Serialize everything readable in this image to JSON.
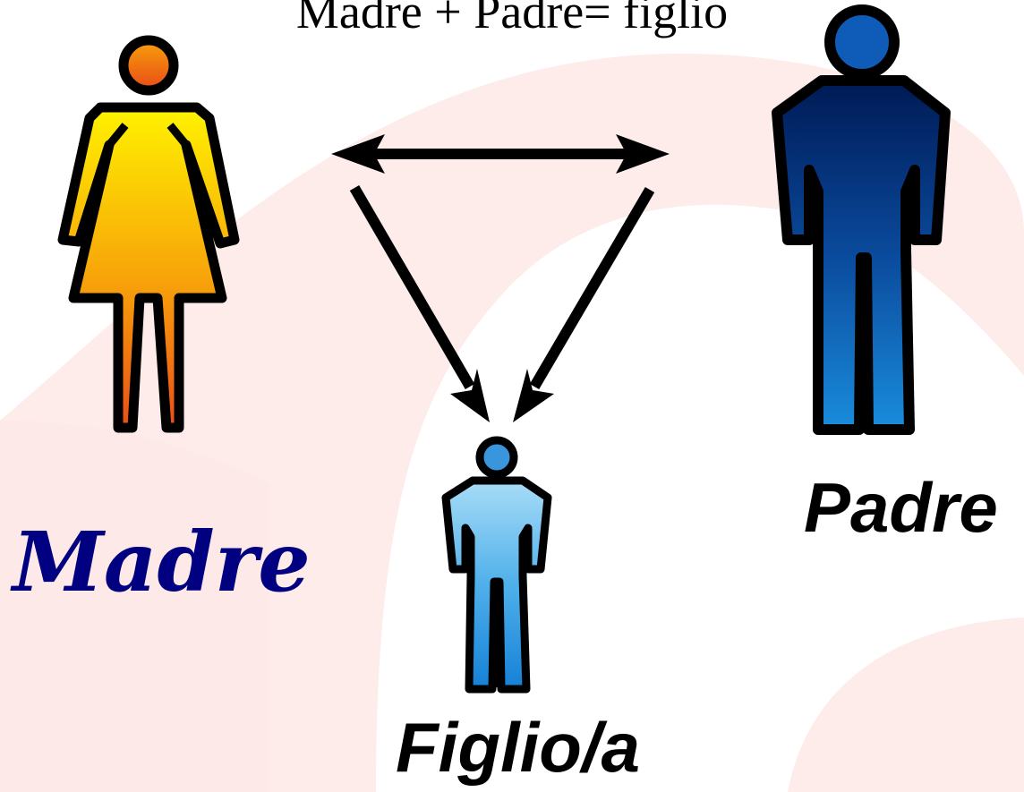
{
  "title": "Madre + Padre= figlio",
  "labels": {
    "mother": "Madre",
    "father": "Padre",
    "child": "Figlio/a"
  },
  "colors": {
    "background_watermark": "#fde9e6",
    "mother_top": "#fff200",
    "mother_bottom": "#ee5a16",
    "father_top": "#001a55",
    "father_bottom": "#1a8cdc",
    "child_top": "#9fd9f7",
    "child_bottom": "#1580d6",
    "mother_label": "#000080",
    "text": "#000000"
  },
  "icons": {
    "mother": "woman-icon",
    "father": "man-icon",
    "child": "child-icon",
    "parents_arrow": "double-arrow-icon",
    "mother_to_child": "arrow-icon",
    "father_to_child": "arrow-icon"
  }
}
